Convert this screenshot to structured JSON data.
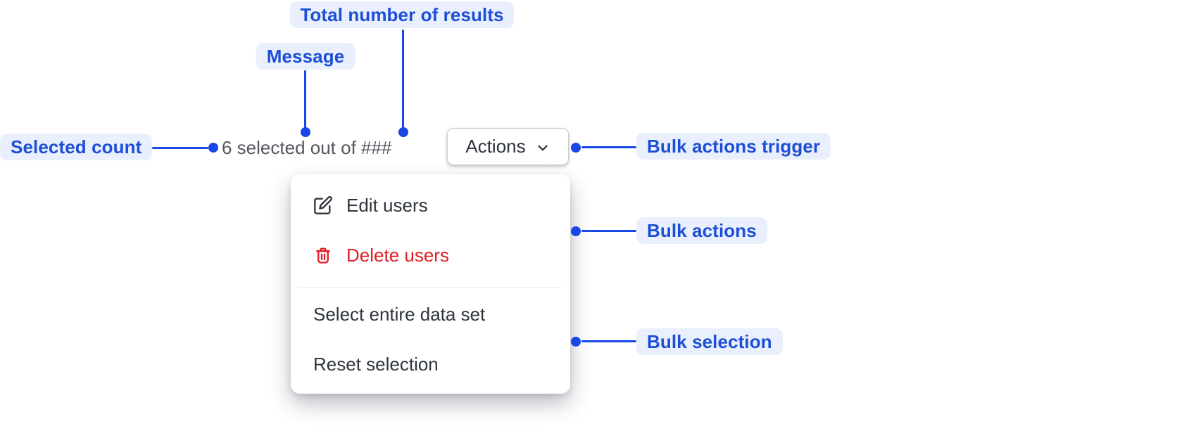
{
  "colors": {
    "surface": "#ffffff",
    "callout-bg": "#e9effd",
    "callout-text": "#1d4fd6",
    "connector": "#1847e5",
    "message-text": "#55575e",
    "menu-text": "#2f343d",
    "danger": "#e11d25",
    "button-text": "#2f343d",
    "button-border": "#c7cace",
    "divider": "#e4e6e9"
  },
  "callouts": {
    "total_results": {
      "label": "Total number of results"
    },
    "message": {
      "label": "Message"
    },
    "selected_count": {
      "label": "Selected count"
    },
    "bulk_actions_trigger": {
      "label": "Bulk actions trigger"
    },
    "bulk_actions": {
      "label": "Bulk actions"
    },
    "bulk_selection": {
      "label": "Bulk selection"
    }
  },
  "selection_bar": {
    "message": "6 selected out of ###",
    "actions_button": "Actions"
  },
  "menu": {
    "items": [
      {
        "label": "Edit users",
        "icon": "edit-icon"
      },
      {
        "label": "Delete users",
        "icon": "trash-icon",
        "danger": true
      },
      {
        "label": "Select entire data set"
      },
      {
        "label": "Reset selection"
      }
    ]
  }
}
